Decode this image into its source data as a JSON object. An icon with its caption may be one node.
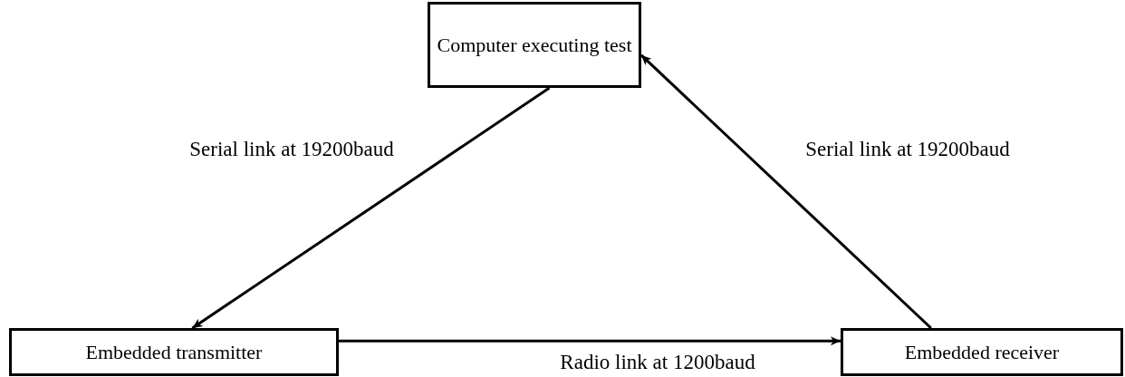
{
  "diagram": {
    "nodes": [
      {
        "text": [
          "Computer executing test"
        ]
      },
      {
        "text": [
          "Embedded transmitter"
        ]
      },
      {
        "text": [
          "Embedded receiver"
        ]
      }
    ],
    "edges": [
      {
        "from": 0,
        "to": 1,
        "arrow": "to",
        "label": "Serial link at 19200baud"
      },
      {
        "from": 2,
        "to": 0,
        "arrow": "to",
        "label": "Serial link at 19200baud"
      },
      {
        "from": 1,
        "to": 2,
        "arrow": "to",
        "label": "Radio link at 1200baud"
      }
    ]
  }
}
